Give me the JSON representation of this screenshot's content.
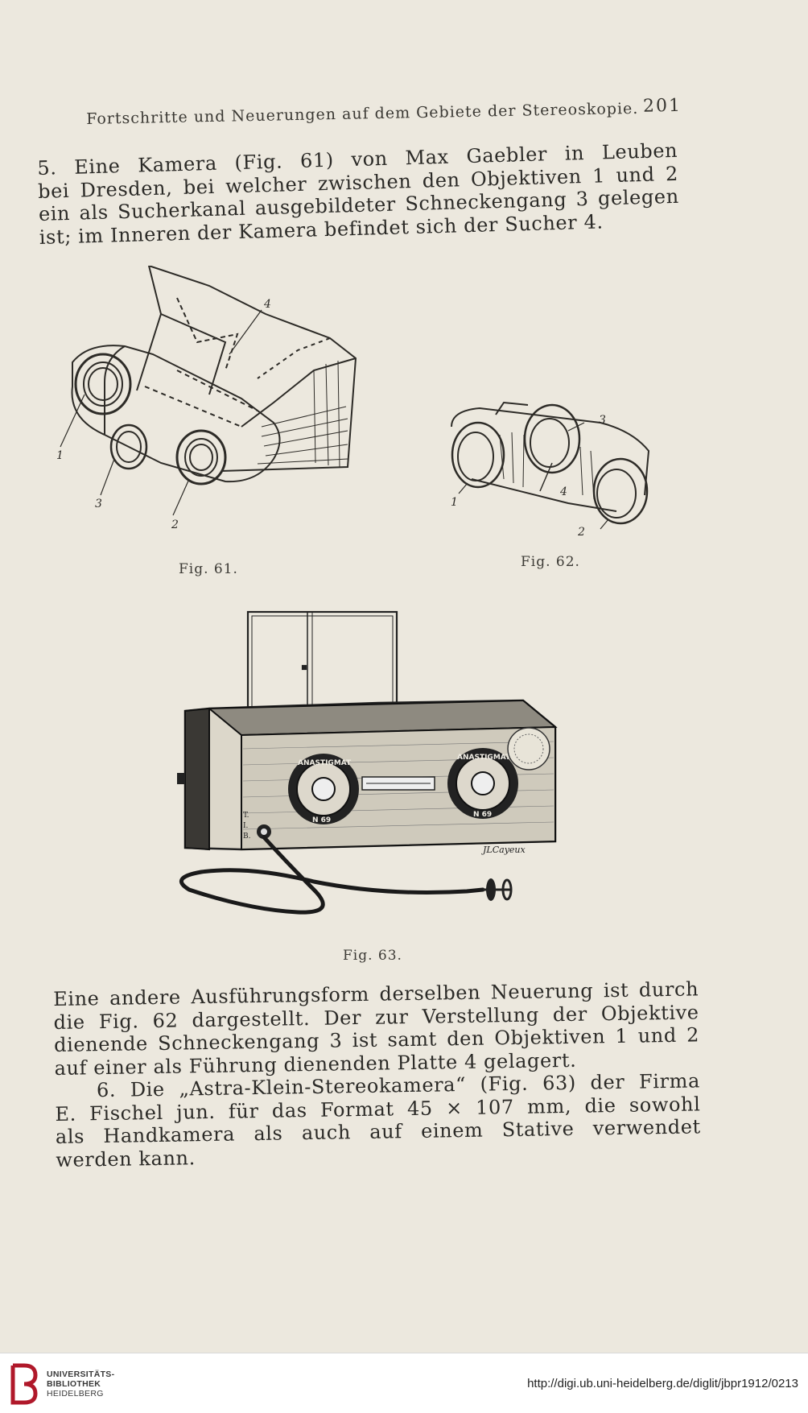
{
  "running_head": {
    "title": "Fortschritte und Neuerungen auf dem Gebiete der Stereoskopie.",
    "page_number": "201"
  },
  "paragraph_1": [
    "5. Eine Kamera (Fig. 61) von Max Gaebler in Leuben",
    "bei Dresden, bei welcher zwischen den Objektiven 1 und 2",
    "ein als Sucherkanal ausgebildeter Schneckengang 3 gelegen",
    "ist; im Inneren der Kamera befindet sich der Sucher 4."
  ],
  "figures": {
    "fig61": {
      "caption": "Fig. 61.",
      "labels": [
        "1",
        "2",
        "3",
        "4"
      ]
    },
    "fig62": {
      "caption": "Fig. 62.",
      "labels": [
        "1",
        "2",
        "3",
        "4"
      ]
    },
    "fig63": {
      "caption": "Fig. 63.",
      "lens_text": "ANASTIGMAT",
      "lens_number": "N 69",
      "scale_marks": [
        "T.",
        "I.",
        "B."
      ],
      "signature": "JLCayeux"
    }
  },
  "paragraph_2": [
    "Eine andere Ausführungsform derselben Neuerung ist durch",
    "die Fig. 62 dargestellt. Der zur Verstellung der Objektive",
    "dienende Schneckengang 3 ist samt den Objektiven 1 und 2",
    "auf einer als Führung dienenden Platte 4 gelagert.",
    "6. Die „Astra-Klein-Stereokamera“ (Fig. 63) der Firma",
    "E. Fischel jun. für das Format 45 × 107 mm, die sowohl",
    "als Handkamera als auch auf einem Stative verwendet",
    "werden kann."
  ],
  "footer": {
    "logo_lines": [
      "UNIVERSITÄTS-",
      "BIBLIOTHEK",
      "HEIDELBERG"
    ],
    "url": "http://digi.ub.uni-heidelberg.de/diglit/jbpr1912/0213"
  }
}
